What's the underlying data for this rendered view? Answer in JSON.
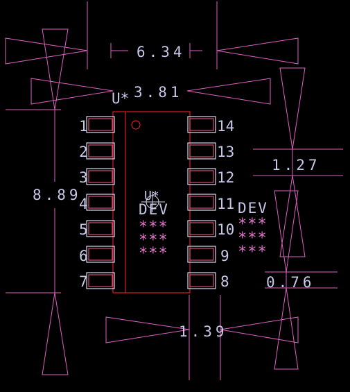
{
  "dimensions": {
    "width_top": "6.34",
    "width_inner": "3.81",
    "pitch": "1.27",
    "height": "8.89",
    "pad_width": "0.76",
    "pad_length": "1.39"
  },
  "refdes_top": "U*",
  "refdes_center": "U*",
  "dev_center": "DEV",
  "dev_right": "DEV",
  "stars_row": "***",
  "pins_left": [
    "1",
    "2",
    "3",
    "4",
    "5",
    "6",
    "7"
  ],
  "pins_right": [
    "14",
    "13",
    "12",
    "11",
    "10",
    "9",
    "8"
  ],
  "colors": {
    "background": "#000000",
    "dimension": "#e060c0",
    "pad": "#d8d8f0",
    "body": "#e0182a",
    "text": "#c8c8e8"
  }
}
